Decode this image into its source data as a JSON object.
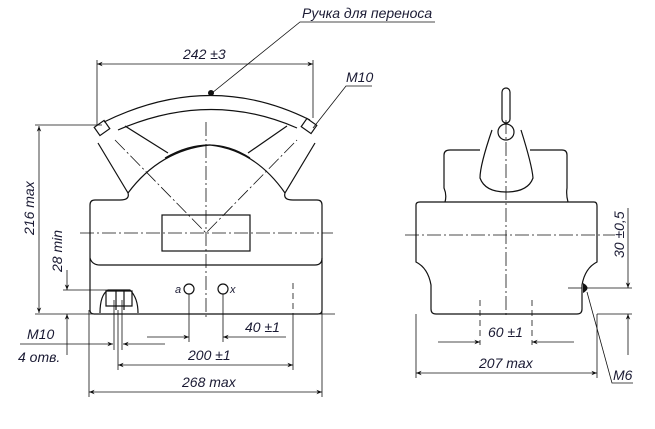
{
  "labels": {
    "handle": "Ручка для переноса",
    "bolt_m10": "M10",
    "hole_thread": "M10",
    "hole_count": "4 отв.",
    "bolt_m6": "M6",
    "terminal_a": "a",
    "terminal_x": "x"
  },
  "dimensions": {
    "handle_width": "242 ±3",
    "height_max": "216 max",
    "foot_min": "28 min",
    "terminal_spacing": "40 ±1",
    "hole_spacing": "200 ±1",
    "width_max": "268 max",
    "side_hole_spacing": "60 ±1",
    "depth_max": "207 max",
    "bolt_height": "30 ±0,5"
  }
}
